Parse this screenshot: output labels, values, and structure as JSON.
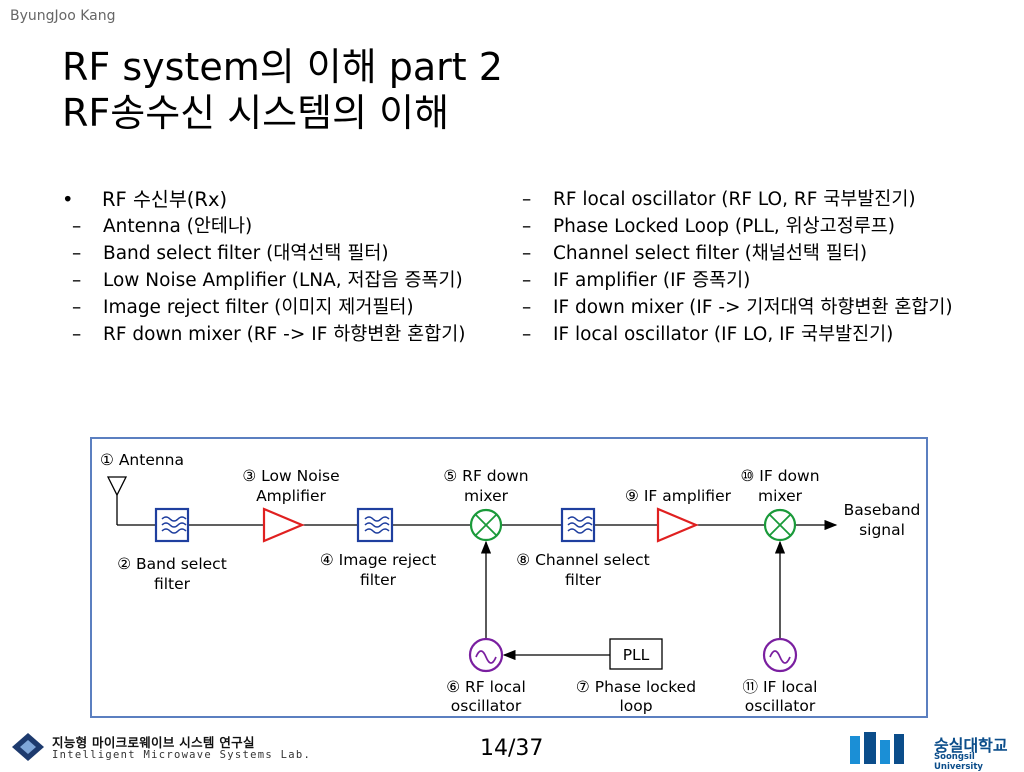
{
  "author": "ByungJoo Kang",
  "title": {
    "line1": "RF system의 이해 part 2",
    "line2": "RF송수신 시스템의 이해"
  },
  "left_column": {
    "bullet_marker": "•",
    "bullet": "RF 수신부(Rx)",
    "dash": "–",
    "items": [
      "Antenna (안테나)",
      "Band select filter (대역선택 필터)",
      "Low Noise Amplifier (LNA, 저잡음 증폭기)",
      "Image reject filter (이미지 제거필터)",
      "RF down mixer (RF -> IF 하향변환 혼합기)"
    ]
  },
  "right_column": {
    "dash": "–",
    "items": [
      "RF local oscillator (RF LO, RF 국부발진기)",
      "Phase Locked Loop (PLL, 위상고정루프)",
      "Channel select filter (채널선택 필터)",
      "IF amplifier (IF 증폭기)",
      "IF down mixer (IF -> 기저대역 하향변환 혼합기)",
      "IF local oscillator (IF LO, IF 국부발진기)"
    ]
  },
  "diagram": {
    "labels": {
      "antenna": "① Antenna",
      "band_select_1": "② Band select",
      "band_select_2": "filter",
      "lna_1": "③ Low Noise",
      "lna_2": "Amplifier",
      "image_reject_1": "④ Image reject",
      "image_reject_2": "filter",
      "rf_mixer_1": "⑤ RF down",
      "rf_mixer_2": "mixer",
      "rf_lo_1": "⑥ RF local",
      "rf_lo_2": "oscillator",
      "pll_1": "⑦ Phase locked",
      "pll_2": "loop",
      "channel_select_1": "⑧ Channel select",
      "channel_select_2": "filter",
      "if_amp": "⑨ IF amplifier",
      "if_mixer_1": "⑩ IF down",
      "if_mixer_2": "mixer",
      "if_lo_1": "⑪ IF local",
      "if_lo_2": "oscillator",
      "baseband_1": "Baseband",
      "baseband_2": "signal",
      "pll_box": "PLL"
    },
    "colors": {
      "filter": "#1f3f9f",
      "amplifier": "#e02020",
      "mixer": "#1a9a3a",
      "oscillator": "#7a1fa0",
      "frame": "#5b7fc0"
    }
  },
  "footer": {
    "page": "14/37",
    "lab_name_kr": "지능형 마이크로웨이브 시스템 연구실",
    "lab_name_en": "Intelligent Microwave Systems Lab.",
    "university_kr": "숭실대학교",
    "university_en": "Soongsil University"
  }
}
